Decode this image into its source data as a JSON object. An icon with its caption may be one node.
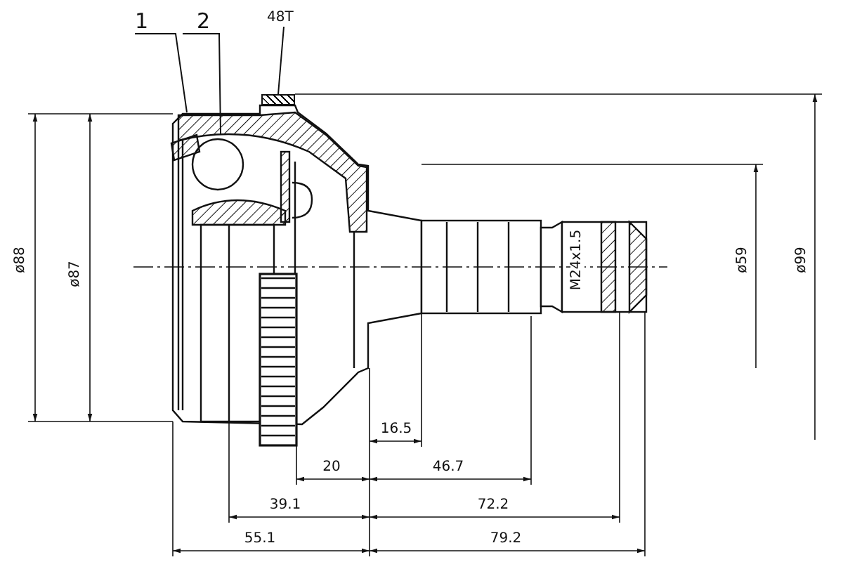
{
  "diagram": {
    "nodes": [
      {
        "text": [
          "1"
        ]
      },
      {
        "text": [
          "2"
        ]
      },
      {
        "text": [
          "48T"
        ]
      },
      {
        "text": [],
        "shape": "box"
      }
    ],
    "edges": [
      {
        "from": 0,
        "to": null,
        "arrow": "none"
      },
      {
        "from": 1,
        "to": null,
        "arrow": "none"
      },
      {
        "from": 2,
        "to": 3,
        "arrow": "none"
      }
    ],
    "labels": [
      "ø88",
      "ø87",
      "M24x1.5",
      "ø59",
      "ø99",
      "16.5",
      "20",
      "46.7",
      "39.1",
      "72.2",
      "55.1",
      "79.2"
    ]
  }
}
